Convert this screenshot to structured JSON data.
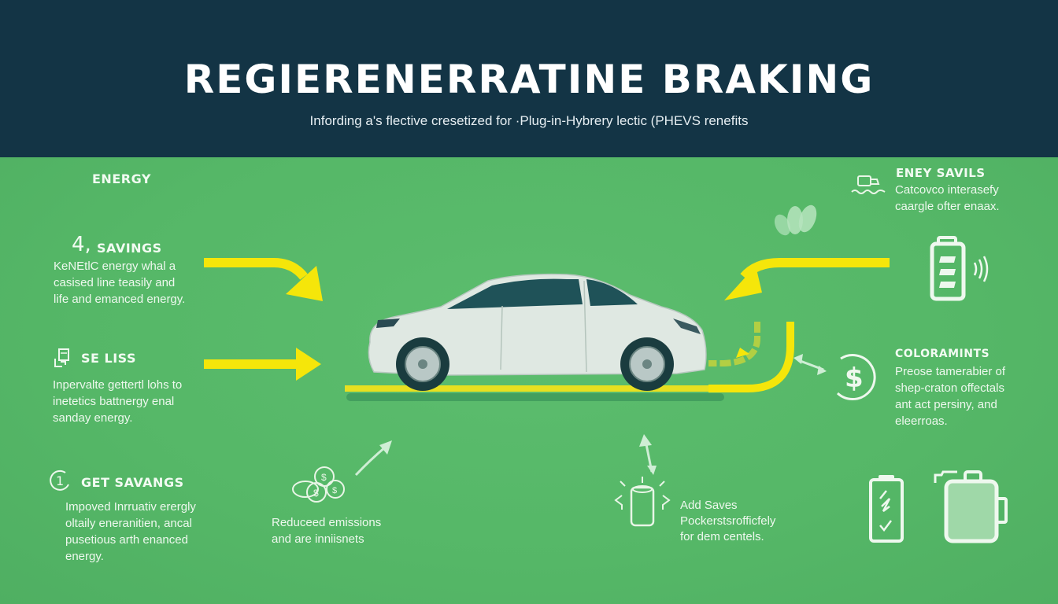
{
  "header": {
    "title": "REGIERENERRATINE BRAKING",
    "subtitle": "Infording a's flective cresetized for ·Plug-in-Hybrery lectic (PHEVS renefits"
  },
  "colors": {
    "header_bg": "#133445",
    "panel_bg": "#56b86a",
    "arrow_yellow": "#f5e60a",
    "icon_stroke": "#e8f5e6"
  },
  "left": {
    "energy_label": "ENERGY",
    "savings": {
      "icon": "number-4-icon",
      "number": "4,",
      "heading": "SAVINGS",
      "lines": [
        "KeNEtlC energy whal a",
        "casised line teasily and",
        "life and emanced energy."
      ]
    },
    "se_liss": {
      "icon": "document-share-icon",
      "heading": "SE LISS",
      "lines": [
        "Inpervalte gettertl lohs to",
        "inetetics battnergy enal",
        "sanday energy."
      ]
    },
    "get_savangs": {
      "icon": "number-1-circle-icon",
      "number": "1",
      "heading": "GET SAVANGS",
      "lines": [
        "Impoved Inrruativ erergly",
        "oltaily eneranitien, ancal",
        "pusetious arth enanced",
        "energy."
      ]
    }
  },
  "center": {
    "emissions": {
      "icon": "coins-icon",
      "lines": [
        "Reduceed emissions",
        "and are inniisnets"
      ]
    },
    "add_saves": {
      "icon": "battery-cell-icon",
      "lines": [
        "Add Saves",
        "Pockerstsrofficfely",
        "for dem centels."
      ]
    }
  },
  "right": {
    "eney_savils": {
      "icon": "vehicle-water-icon",
      "heading": "ENEY SAVILS",
      "lines": [
        "Catcovco interasefy",
        "caargle ofter enaax."
      ]
    },
    "coloramints": {
      "icon": "dollar-circle-icon",
      "heading": "COLORAMINTS",
      "lines": [
        "Preose tamerabier of",
        "shep-craton offectals",
        "ant act persiny, and",
        "eleerroas."
      ]
    }
  }
}
